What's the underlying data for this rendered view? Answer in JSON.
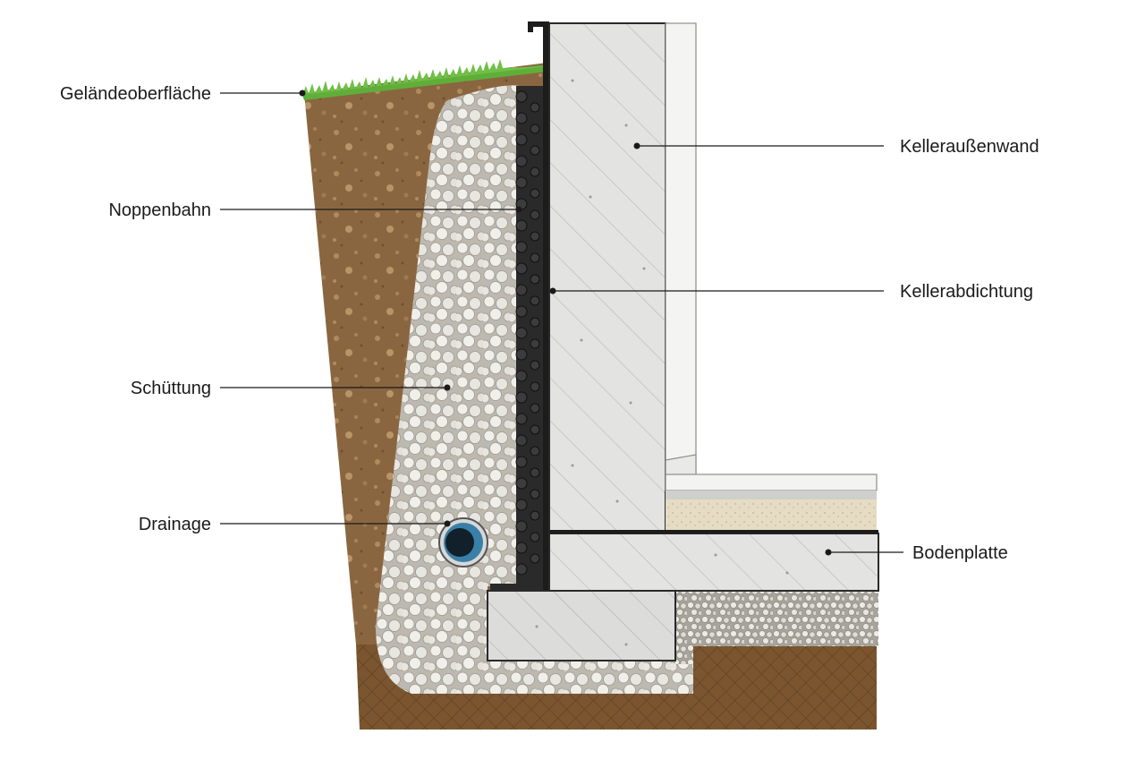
{
  "labels": {
    "gelaendeoberflaeche": "Geländeoberfläche",
    "noppenbahn": "Noppenbahn",
    "schuettung": "Schüttung",
    "drainage": "Drainage",
    "kelleraussenwand": "Kelleraußenwand",
    "kellerabdichtung": "Kellerabdichtung",
    "bodenplatte": "Bodenplatte"
  },
  "colors": {
    "soil": "#8a6640",
    "soil_dark": "#6e5030",
    "subsoil": "#7a5530",
    "grass": "#5fae3a",
    "gravel": "#d9d6cf",
    "gravel_stone": "#f1efea",
    "concrete": "#e3e3e1",
    "membrane": "#2a2a2a",
    "pipe": "#3a7fa8",
    "sand": "#e6dcc4"
  }
}
